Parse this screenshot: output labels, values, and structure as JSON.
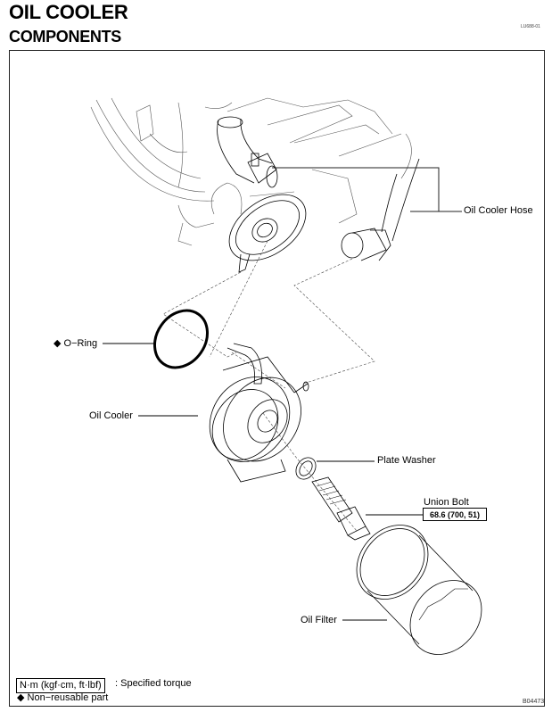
{
  "header": {
    "title": "OIL COOLER",
    "subtitle": "COMPONENTS",
    "doc_id": "LU688-01"
  },
  "figure": {
    "figure_id": "B04473",
    "callouts": [
      {
        "label": "Oil Cooler Hose"
      },
      {
        "label": "O−Ring",
        "non_reusable": true,
        "marker": "◆"
      },
      {
        "label": "Oil Cooler"
      },
      {
        "label": "Plate Washer"
      },
      {
        "label": "Union Bolt",
        "torque": "68.6 (700, 51)"
      },
      {
        "label": "Oil Filter"
      }
    ]
  },
  "legend": {
    "torque_unit": "N·m (kgf·cm, ft·lbf)",
    "torque_desc": ": Specified torque",
    "nonreusable": "◆ Non−reusable part"
  },
  "colors": {
    "line": "#000000",
    "background": "#ffffff"
  }
}
